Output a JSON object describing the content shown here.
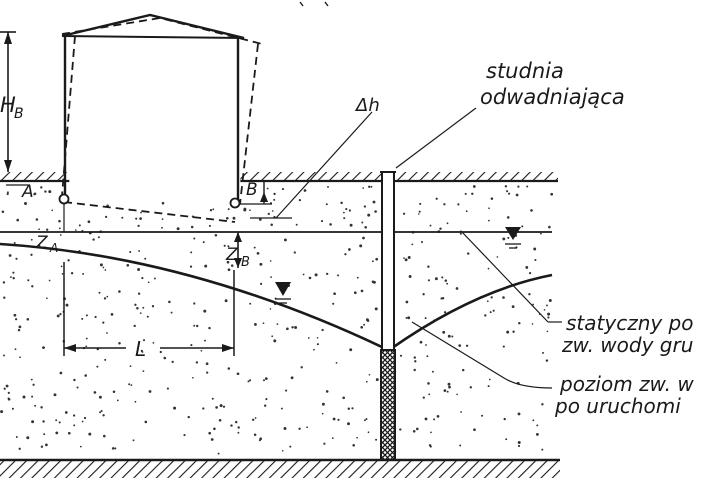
{
  "labels": {
    "well_line1": "studnia",
    "well_line2": "odwadniająca",
    "delta_h": "Δh",
    "height": "H",
    "height_sub": "B",
    "point_a": "A",
    "point_b": "B",
    "settle_a": "Z",
    "settle_a_sub": "A",
    "settle_b": "Z",
    "settle_b_sub": "B",
    "length": "L",
    "static_line1": "statyczny po",
    "static_line2": "zw. wody gru",
    "lowered_line1": "poziom zw. w",
    "lowered_line2": "po uruchomi"
  },
  "icons": {
    "water_level": "inverted-triangle-water-level-icon"
  },
  "colors": {
    "ink": "#1a1a1a",
    "paper": "#ffffff"
  }
}
